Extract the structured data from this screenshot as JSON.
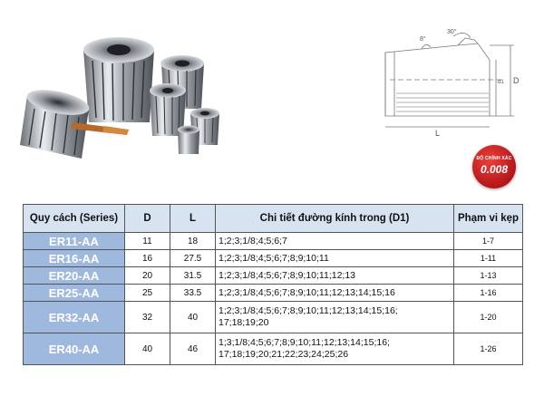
{
  "badge": {
    "label": "ĐỘ CHÍNH XÁC",
    "value": "0.008"
  },
  "drawing": {
    "angle_small": "8°",
    "angle_large": "30°",
    "dim_d1": "d1",
    "dim_d": "D",
    "dim_l": "L"
  },
  "table": {
    "headers": [
      "Quy cách (Series)",
      "D",
      "L",
      "Chi tiết đường kính trong (D1)",
      "Phạm vi kẹp"
    ],
    "rows": [
      {
        "series": "ER11-AA",
        "d": "11",
        "l": "18",
        "desc1": "1;2;3;1/8;4;5;6;7",
        "desc2": "",
        "range": "1-7"
      },
      {
        "series": "ER16-AA",
        "d": "16",
        "l": "27.5",
        "desc1": "1;2;3;1/8;4;5;6;7;8;9;10;11",
        "desc2": "",
        "range": "1-11"
      },
      {
        "series": "ER20-AA",
        "d": "20",
        "l": "31.5",
        "desc1": "1;2;3;1/8;4;5;6;7;8;9;10;11;12;13",
        "desc2": "",
        "range": "1-13"
      },
      {
        "series": "ER25-AA",
        "d": "25",
        "l": "33.5",
        "desc1": "1;2;3;1/8;4;5;6;7;8;9;10;11;12;13;14;15;16",
        "desc2": "",
        "range": "1-16"
      },
      {
        "series": "ER32-AA",
        "d": "32",
        "l": "40",
        "desc1": "1;2;3;1/8;4;5;6;7;8;9;10;11;12;13;14;15;16;",
        "desc2": "17;18;19;20",
        "range": "1-20"
      },
      {
        "series": "ER40-AA",
        "d": "40",
        "l": "46",
        "desc1": "1;3;1/8;4;5;6;7;8;9;10;11;12;13;14;15;16;",
        "desc2": "17;18;19;20;21;22;23;24;25;26",
        "range": "1-26"
      }
    ]
  }
}
